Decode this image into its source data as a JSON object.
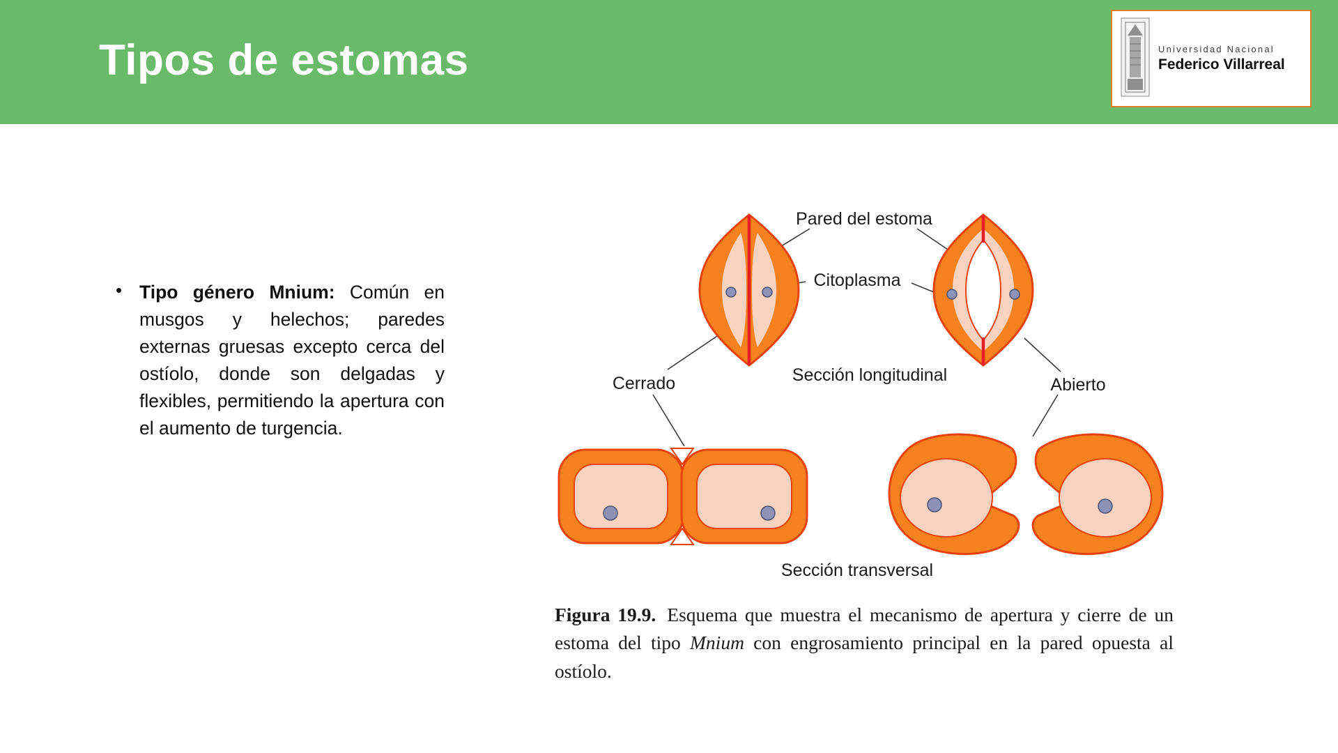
{
  "slide": {
    "title": "Tipos de estomas",
    "logo": {
      "line1": "Universidad Nacional",
      "line2": "Federico Villarreal"
    },
    "bullet": {
      "marker": "•",
      "bold": "Tipo género Mnium:",
      "text": "Común en musgos y helechos; paredes externas gruesas excepto cerca del ostíolo, donde son delgadas y flexibles, permitiendo la apertura con el aumento de turgencia."
    }
  },
  "figure": {
    "labels": {
      "pared": "Pared del estoma",
      "citoplasma": "Citoplasma",
      "cerrado": "Cerrado",
      "seccion_longitudinal": "Sección longitudinal",
      "abierto": "Abierto",
      "seccion_transversal": "Sección transversal"
    },
    "caption": {
      "figura": "Figura 19.9.",
      "part1": "Esquema que muestra el mecanismo de apertura y cierre de un estoma del tipo ",
      "italic": "Mnium",
      "part2": " con engrosamiento principal en la pared opuesta al ostíolo."
    }
  },
  "colors": {
    "header_green": "#69BA69",
    "cell_orange": "#F5821F",
    "cell_outline": "#E8420D",
    "cell_inner": "#F9D3BF",
    "pore_red": "#E31E24",
    "nucleus_gray": "#8D92B9",
    "logo_border": "#E87E2B"
  }
}
